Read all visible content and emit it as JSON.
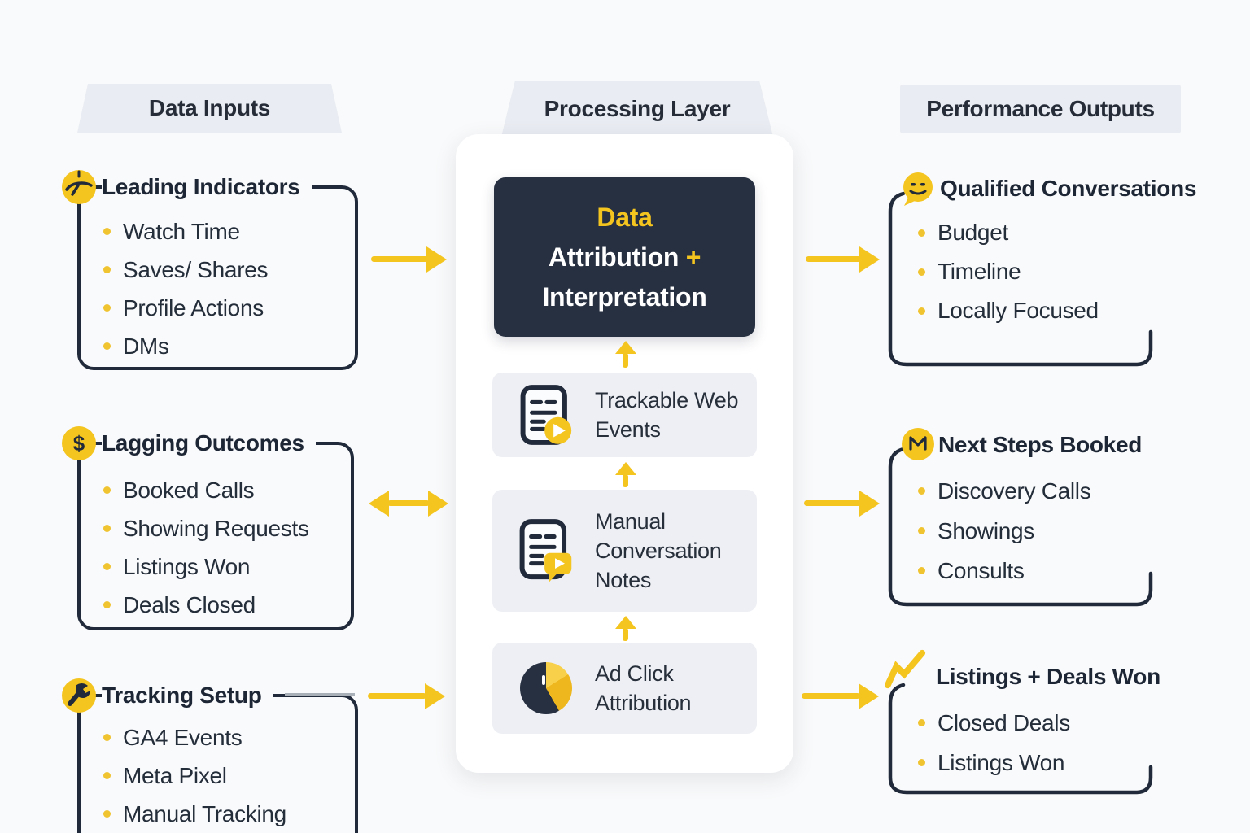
{
  "colors": {
    "background": "#f9fafb",
    "header_bg": "#e9ecf2",
    "navy": "#212a3a",
    "panel_dark": "#273041",
    "card_gray": "#edeff4",
    "accent_yellow": "#f4c41f"
  },
  "headers": {
    "inputs": "Data Inputs",
    "processing": "Processing Layer",
    "outputs": "Performance Outputs"
  },
  "inputs": [
    {
      "title": "Leading Indicators",
      "icon": "gauge-icon",
      "items": [
        "Watch Time",
        "Saves/ Shares",
        "Profile Actions",
        "DMs"
      ]
    },
    {
      "title": "Lagging Outcomes",
      "icon": "dollar-icon",
      "items": [
        "Booked Calls",
        "Showing Requests",
        "Listings Won",
        "Deals Closed"
      ]
    },
    {
      "title": "Tracking Setup",
      "icon": "wrench-icon",
      "items": [
        "GA4 Events",
        "Meta Pixel",
        "Manual Tracking"
      ]
    }
  ],
  "processing": {
    "main": {
      "line1": "Data",
      "line2": "Attribution",
      "plus": "+",
      "line3": "Interpretation"
    },
    "stages": [
      {
        "label": "Trackable Web Events",
        "icon": "document-play-icon"
      },
      {
        "label": "Manual Conversation Notes",
        "icon": "document-chat-icon"
      },
      {
        "label": "Ad Click Attribution",
        "icon": "pie-chart-icon"
      }
    ]
  },
  "outputs": [
    {
      "title": "Qualified Conversations",
      "icon": "smiley-chat-icon",
      "items": [
        "Budget",
        "Timeline",
        "Locally Focused"
      ]
    },
    {
      "title": "Next Steps Booked",
      "icon": "envelope-icon",
      "items": [
        "Discovery Calls",
        "Showings",
        "Consults"
      ]
    },
    {
      "title": "Listings + Deals Won",
      "icon": "trend-arrow-icon",
      "items": [
        "Closed Deals",
        "Listings Won"
      ]
    }
  ]
}
